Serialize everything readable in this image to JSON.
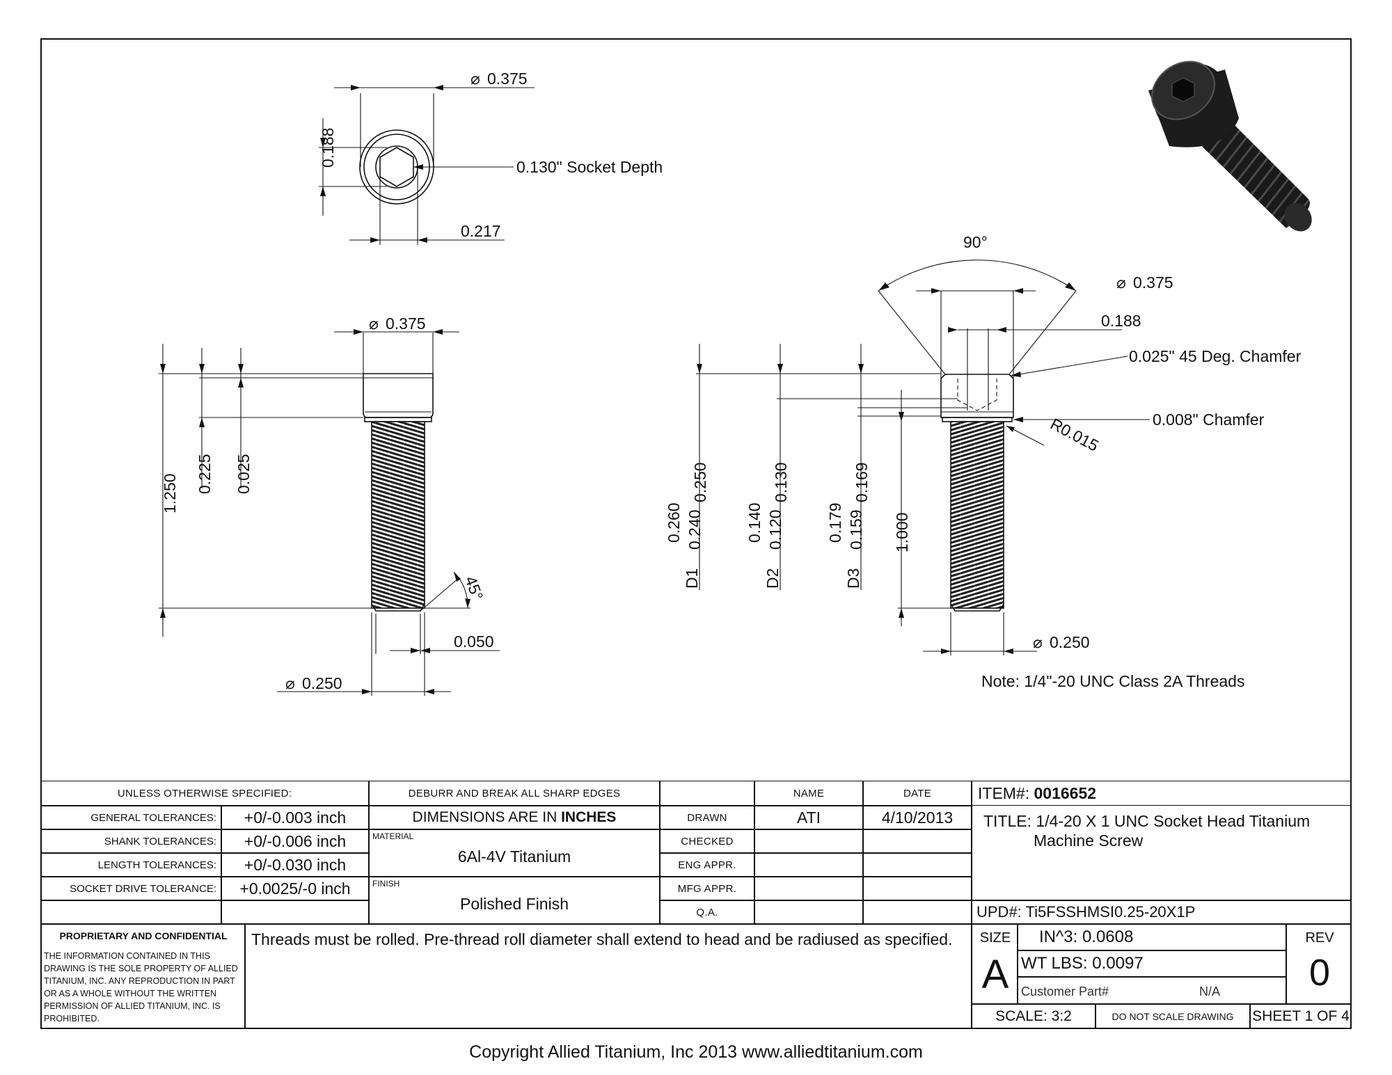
{
  "dimensions": {
    "top_view_dia": "0.375",
    "top_view_hex": "0.188",
    "socket_depth": "0.130\" Socket Depth",
    "top_view_hex_across": "0.217",
    "side_head_dia": "0.375",
    "side_length": "1.250",
    "side_head_height": "0.225",
    "side_025": "0.025",
    "side_angle": "45°",
    "side_050": "0.050",
    "side_shank_dia": "0.250",
    "right_angle": "90°",
    "right_head_dia": "0.375",
    "right_188": "0.188",
    "right_chamfer_45": "0.025\" 45 Deg. Chamfer",
    "right_chamfer_008": "0.008\" Chamfer",
    "right_radius": "R0.015",
    "right_250": "0.250",
    "right_130": "0.130",
    "right_169": "0.169",
    "right_1000": "1.000",
    "d1_label": "D1",
    "d1_hi": "0.260",
    "d1_lo": "0.240",
    "d2_label": "D2",
    "d2_hi": "0.140",
    "d2_lo": "0.120",
    "d3_label": "D3",
    "d3_hi": "0.179",
    "d3_lo": "0.159",
    "right_shank_dia": "0.250",
    "note": "Note: 1/4\"-20 UNC Class 2A Threads"
  },
  "title_block": {
    "unless": "UNLESS OTHERWISE SPECIFIED:",
    "general_tol_label": "GENERAL TOLERANCES:",
    "general_tol": "+0/-0.003 inch",
    "shank_tol_label": "SHANK TOLERANCES:",
    "shank_tol": "+0/-0.006 inch",
    "length_tol_label": "LENGTH TOLERANCES:",
    "length_tol": "+0/-0.030 inch",
    "socket_tol_label": "SOCKET DRIVE TOLERANCE:",
    "socket_tol": "+0.0025/-0 inch",
    "deburr": "DEBURR AND BREAK ALL SHARP EDGES",
    "dims_in_prefix": "DIMENSIONS ARE IN ",
    "dims_in_unit": "INCHES",
    "material_label": "MATERIAL",
    "material": "6Al-4V Titanium",
    "finish_label": "FINISH",
    "finish": "Polished Finish",
    "name_header": "NAME",
    "date_header": "DATE",
    "drawn": "DRAWN",
    "drawn_name": "ATI",
    "drawn_date": "4/10/2013",
    "checked": "CHECKED",
    "eng_appr": "ENG APPR.",
    "mfg_appr": "MFG APPR.",
    "qa": "Q.A.",
    "item_label": "ITEM#:",
    "item_no": "0016652",
    "title_line1": "TITLE: 1/4-20 X 1 UNC Socket Head Titanium",
    "title_line2": "Machine Screw",
    "upd": "UPD#: Ti5FSSHMSI0.25-20X1P",
    "proprietary_title": "PROPRIETARY AND CONFIDENTIAL",
    "proprietary_text": "THE INFORMATION CONTAINED IN THIS DRAWING IS THE SOLE PROPERTY OF ALLIED TITANIUM, INC. ANY REPRODUCTION IN PART OR AS A WHOLE WITHOUT THE WRITTEN PERMISSION OF ALLIED TITANIUM, INC. IS PROHIBITED.",
    "threads_note": "Threads must be rolled. Pre-thread roll diameter shall extend to head and be radiused as specified.",
    "size_label": "SIZE",
    "size": "A",
    "in3": "IN^3: 0.0608",
    "wt": "WT LBS: 0.0097",
    "customer_part_label": "Customer Part#",
    "customer_part": "N/A",
    "rev_label": "REV",
    "rev": "0",
    "scale": "SCALE: 3:2",
    "no_scale": "DO NOT SCALE DRAWING",
    "sheet": "SHEET 1 OF 4"
  },
  "copyright": "Copyright Allied Titanium, Inc 2013 www.alliedtitanium.com"
}
